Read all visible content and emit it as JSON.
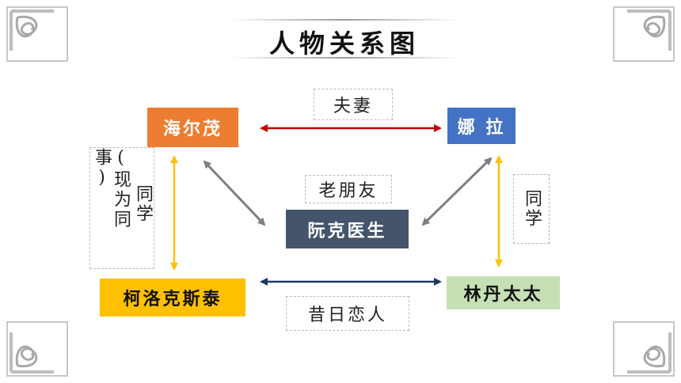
{
  "title": "人物关系图",
  "nodes": {
    "helmer": "海尔茂",
    "nora": "娜 拉",
    "rank": "阮克医生",
    "krogstad": "柯洛克斯泰",
    "linde": "林丹太太"
  },
  "relations": {
    "spouse": "夫妻",
    "old_friend": "老朋友",
    "former_lovers": "昔日恋人",
    "classmate_right": "同学",
    "classmate_left": "同学",
    "colleague_note": "(现为同事)"
  },
  "colors": {
    "helmer": "#ed7d31",
    "nora": "#4472c4",
    "rank": "#44546a",
    "krogstad": "#ffc000",
    "linde": "#c5e0b4",
    "spouse_arrow": "#c00000",
    "lovers_arrow": "#1f3864",
    "classmate_arrow": "#ffc000",
    "friend_arrow": "#7f7f7f"
  }
}
